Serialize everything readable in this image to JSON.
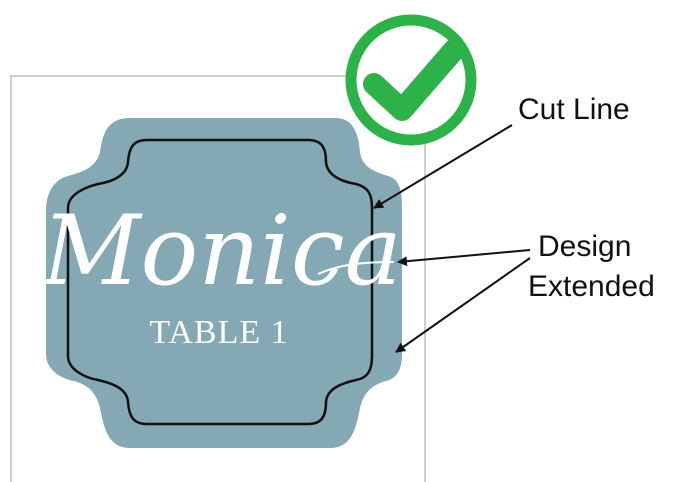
{
  "design": {
    "name_text": "Monica",
    "table_text": "TABLE 1"
  },
  "labels": {
    "cut_line": "Cut Line",
    "design_extended_line1": "Design",
    "design_extended_line2": "Extended"
  },
  "colors": {
    "design_fill": "#85A9B4",
    "cut_line": "#111111",
    "check_green": "#2DB24A",
    "artboard_border": "#BDBDBD",
    "text_white": "#FFFFFF"
  },
  "icons": {
    "status": "check-circle-icon"
  }
}
